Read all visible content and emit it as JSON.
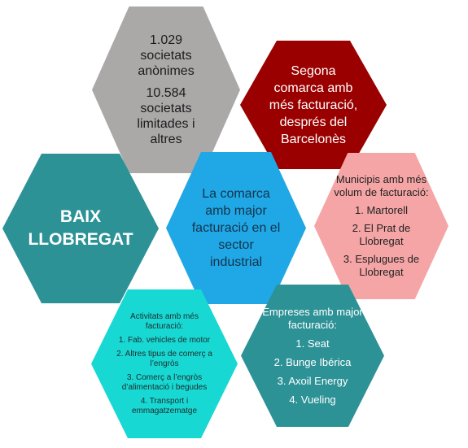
{
  "gray": {
    "anonimes_number": "1.029",
    "anonimes_label": "societats anònimes",
    "limitades_number": "10.584",
    "limitades_label": "societats limitades i altres"
  },
  "red": {
    "text": "Segona comarca amb més facturació, després del Barcelonès"
  },
  "teal": {
    "line1": "BAIX",
    "line2": "LLOBREGAT"
  },
  "blue": {
    "text": "La comarca amb major facturació en el sector industrial"
  },
  "pink": {
    "title": "Municipis amb més volum de facturació:",
    "items": [
      "1. Martorell",
      "2. El Prat de Llobregat",
      "3. Esplugues de Llobregat"
    ]
  },
  "cyan": {
    "title": "Activitats amb més facturació:",
    "items": [
      "1. Fab. vehicles de motor",
      "2. Altres tipus de comerç a l’engròs",
      "3. Comerç a l’engròs d’alimentació i begudes",
      "4. Transport i emmagatzematge"
    ]
  },
  "dark_teal": {
    "title": "Empreses amb major facturació:",
    "items": [
      "1. Seat",
      "2. Bunge Ibérica",
      "3. Axoil Energy",
      "4. Vueling"
    ]
  },
  "colors": {
    "gray": "#aba8a8",
    "red": "#9a0000",
    "teal": "#2d9296",
    "blue": "#1fa7e6",
    "pink": "#f5a5a5",
    "cyan": "#18d8d3",
    "dark_teal": "#2d9296"
  }
}
